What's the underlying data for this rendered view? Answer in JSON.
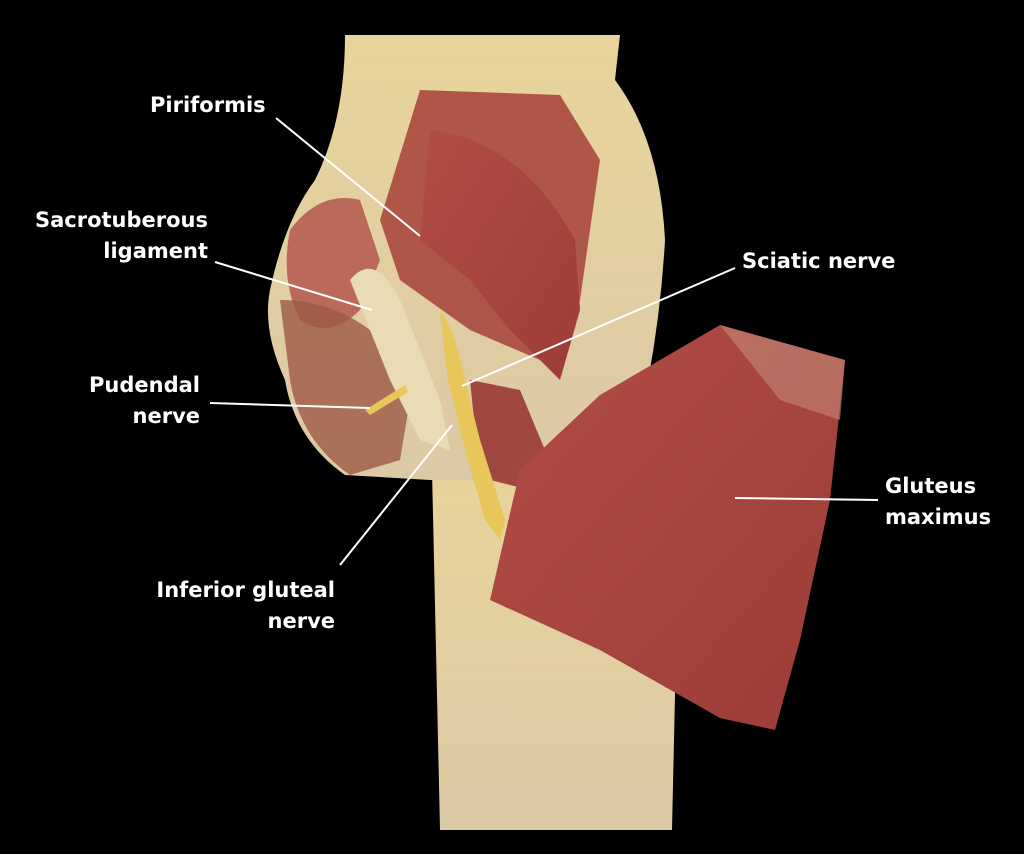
{
  "labels": {
    "piriformis": "Piriformis",
    "sacrotuberous_1": "Sacrotuberous",
    "sacrotuberous_2": "ligament",
    "sciatic": "Sciatic nerve",
    "pudendal_1": "Pudendal",
    "pudendal_2": "nerve",
    "inferior_gluteal_1": "Inferior gluteal",
    "inferior_gluteal_2": "nerve",
    "gluteus_1": "Gluteus",
    "gluteus_2": "maximus"
  },
  "colors": {
    "background": "#000000",
    "tissue": "#e3cf9c",
    "muscle": "#a8453f",
    "nerve": "#e6c45a",
    "label": "#ffffff"
  }
}
